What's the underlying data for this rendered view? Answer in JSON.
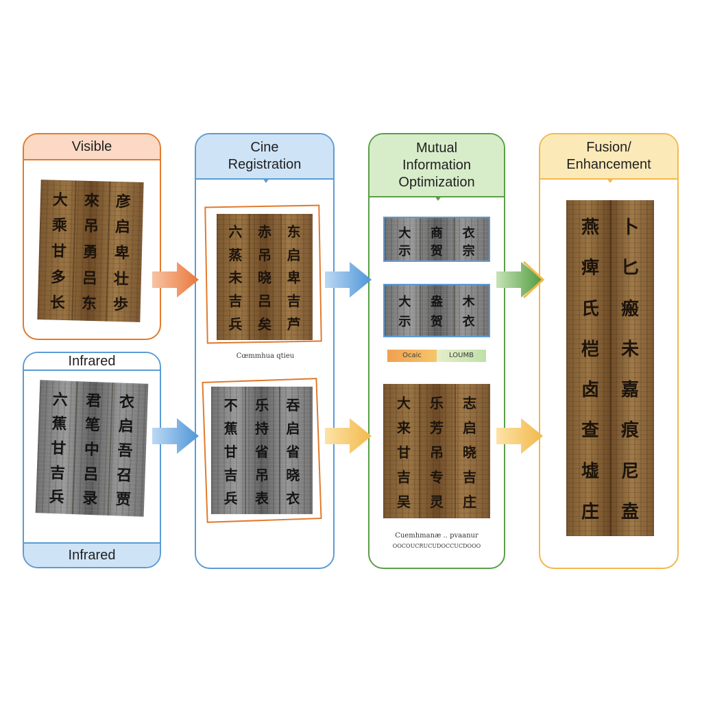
{
  "panels": {
    "visible": {
      "title": "Visible"
    },
    "infrared": {
      "title": "Infrared",
      "footer": "Infrared"
    },
    "registration": {
      "title_line1": "Cine",
      "title_line2": "Registration",
      "caption": "Cœmmhua qtieu"
    },
    "mutual": {
      "title_line1": "Mutual",
      "title_line2": "Information",
      "title_line3": "Optimization",
      "bar_left": "Ocaic",
      "bar_right": "LOUMB",
      "caption_line1": "Cuemhmanæ .. pvaanur",
      "caption_line2": "OOCOUCRUCUDOCCUCDOOO"
    },
    "fusion": {
      "title_line1": "Fusion/",
      "title_line2": "Enhancement"
    }
  },
  "colors": {
    "orange": "#e07a2e",
    "orange_fill": "#fbd9c4",
    "blue": "#5b9bd5",
    "blue_fill": "#cfe3f6",
    "green": "#5a9e47",
    "green_fill": "#d7ecc9",
    "yellow": "#f2b84b",
    "yellow_fill": "#fce9b8"
  },
  "slips": {
    "visible": [
      [
        "大",
        "乘",
        "甘",
        "多",
        "长"
      ],
      [
        "來",
        "吊",
        "勇",
        "吕",
        "东"
      ],
      [
        "彦",
        "启",
        "卑",
        "壮",
        "歩"
      ]
    ],
    "infrared": [
      [
        "六",
        "蕉",
        "甘",
        "吉",
        "兵"
      ],
      [
        "君",
        "笔",
        "中",
        "吕",
        "录"
      ],
      [
        "衣",
        "启",
        "吾",
        "召",
        "贾"
      ]
    ],
    "reg_top": [
      [
        "六",
        "蒸",
        "未",
        "吉",
        "兵"
      ],
      [
        "赤",
        "吊",
        "晓",
        "吕",
        "矣"
      ],
      [
        "东",
        "启",
        "卑",
        "吉",
        "芦"
      ]
    ],
    "reg_bottom": [
      [
        "不",
        "蕉",
        "甘",
        "吉",
        "兵"
      ],
      [
        "乐",
        "持",
        "省",
        "吊",
        "表"
      ],
      [
        "吞",
        "启",
        "省",
        "晓",
        "衣"
      ]
    ],
    "mi_top": [
      [
        "大",
        "示"
      ],
      [
        "商",
        "贺"
      ],
      [
        "衣",
        "宗"
      ]
    ],
    "mi_middle": [
      [
        "大",
        "示"
      ],
      [
        "盎",
        "贺"
      ],
      [
        "木",
        "衣"
      ]
    ],
    "mi_bottom": [
      [
        "大",
        "来",
        "甘",
        "吉",
        "吴"
      ],
      [
        "乐",
        "芳",
        "吊",
        "专",
        "灵"
      ],
      [
        "志",
        "启",
        "晓",
        "吉",
        "庄"
      ]
    ],
    "fusion": [
      [
        "燕",
        "痺",
        "氏",
        "桤",
        "卤",
        "查",
        "墟",
        "庄"
      ],
      [
        "卜",
        "匕",
        "瘢",
        "未",
        "嘉",
        "痕",
        "尼",
        "盍"
      ]
    ]
  }
}
